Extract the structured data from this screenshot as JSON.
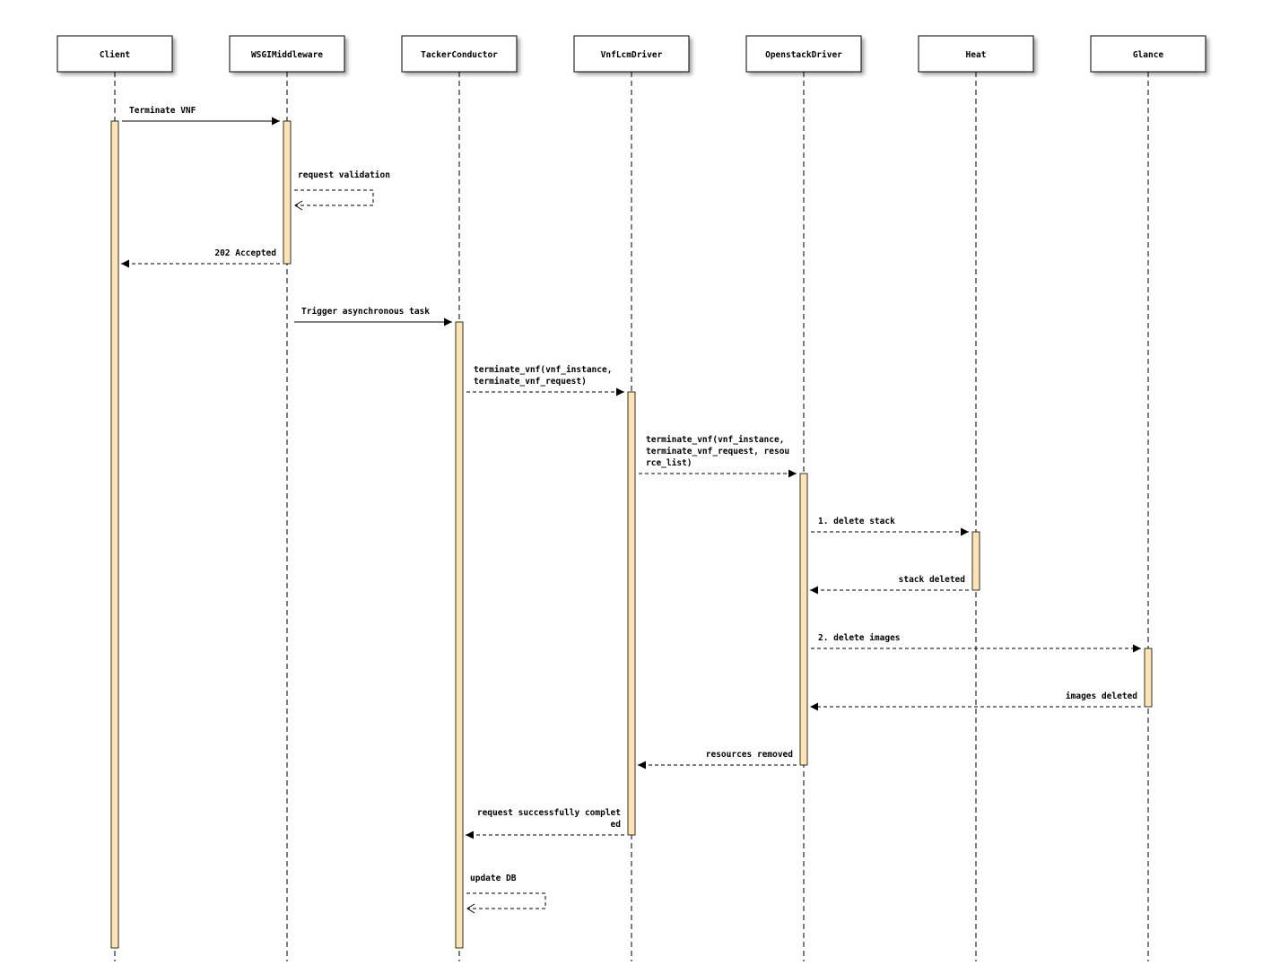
{
  "participants": [
    "Client",
    "WSGIMiddleware",
    "TackerConductor",
    "VnfLcmDriver",
    "OpenstackDriver",
    "Heat",
    "Glance"
  ],
  "messages": [
    {
      "from": 0,
      "to": 1,
      "lines": [
        "Terminate VNF"
      ],
      "dashed": false,
      "kind": "call"
    },
    {
      "from": 1,
      "to": 1,
      "lines": [
        "request validation"
      ],
      "dashed": true,
      "kind": "self"
    },
    {
      "from": 1,
      "to": 0,
      "lines": [
        "202 Accepted"
      ],
      "dashed": true,
      "kind": "return"
    },
    {
      "from": 1,
      "to": 2,
      "lines": [
        "Trigger asynchronous task"
      ],
      "dashed": false,
      "kind": "call"
    },
    {
      "from": 2,
      "to": 3,
      "lines": [
        "terminate_vnf(vnf_instance,",
        "terminate_vnf_request)"
      ],
      "dashed": true,
      "kind": "call"
    },
    {
      "from": 3,
      "to": 4,
      "lines": [
        "terminate_vnf(vnf_instance,",
        "terminate_vnf_request, resou",
        "rce_list)"
      ],
      "dashed": true,
      "kind": "call"
    },
    {
      "from": 4,
      "to": 5,
      "lines": [
        "1. delete stack"
      ],
      "dashed": true,
      "kind": "call"
    },
    {
      "from": 5,
      "to": 4,
      "lines": [
        "stack deleted"
      ],
      "dashed": true,
      "kind": "return"
    },
    {
      "from": 4,
      "to": 6,
      "lines": [
        "2. delete images"
      ],
      "dashed": true,
      "kind": "call"
    },
    {
      "from": 6,
      "to": 4,
      "lines": [
        "images deleted"
      ],
      "dashed": true,
      "kind": "return"
    },
    {
      "from": 4,
      "to": 3,
      "lines": [
        "resources removed"
      ],
      "dashed": true,
      "kind": "return"
    },
    {
      "from": 3,
      "to": 2,
      "lines": [
        "request successfully complet",
        "ed"
      ],
      "dashed": true,
      "kind": "return"
    },
    {
      "from": 2,
      "to": 2,
      "lines": [
        "update DB"
      ],
      "dashed": true,
      "kind": "self"
    }
  ],
  "colors": {
    "activation": "#FFE4B5",
    "line": "#000000",
    "box": "#FFFFFF"
  }
}
